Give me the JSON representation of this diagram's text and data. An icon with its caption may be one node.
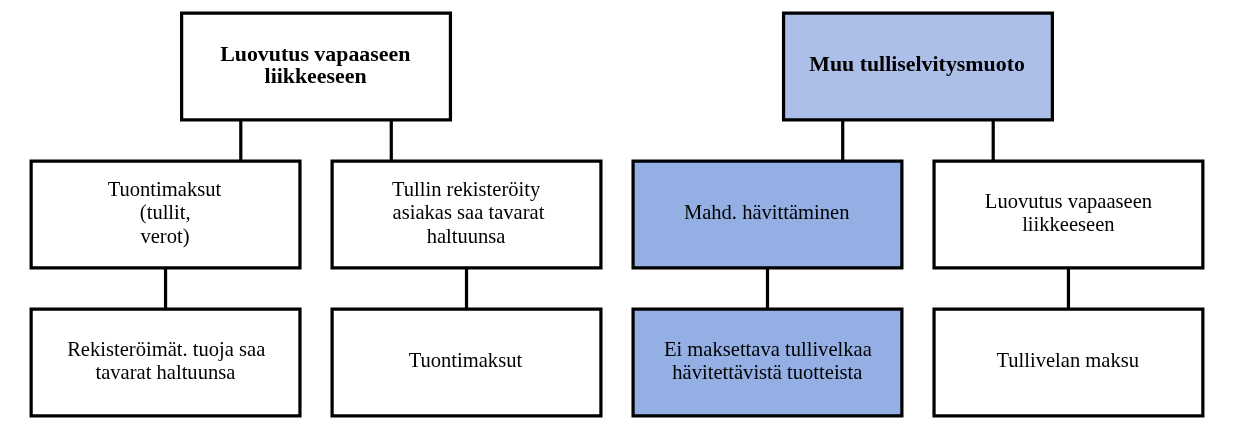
{
  "diagram": {
    "nodes": [
      {
        "text": [
          "Luovutus vapaaseen liikkeeseen"
        ]
      },
      {
        "text": [
          "Tuontimaksut (tullit, verot)"
        ]
      },
      {
        "text": [
          "Tullin rekisteröity asiakas saa tavarat haltuunsa"
        ]
      },
      {
        "text": [
          "Rekisteröimät. tuoja saa tavarat haltuunsa"
        ]
      },
      {
        "text": [
          "Tuontimaksut"
        ]
      },
      {
        "text": [
          "Muu tulliselvitysmuoto"
        ]
      },
      {
        "text": [
          "Mahd. hävittäminen"
        ]
      },
      {
        "text": [
          "Luovutus vapaaseen liikkeeseen"
        ]
      },
      {
        "text": [
          "Ei maksettava tullivelkaa hävitettävistä tuotteista"
        ]
      },
      {
        "text": [
          "Tullivelan maksu"
        ]
      }
    ],
    "edges": [
      {
        "from": 0,
        "to": 1,
        "arrow": "none"
      },
      {
        "from": 0,
        "to": 2,
        "arrow": "none"
      },
      {
        "from": 1,
        "to": 3,
        "arrow": "none"
      },
      {
        "from": 2,
        "to": 4,
        "arrow": "none"
      },
      {
        "from": 5,
        "to": 6,
        "arrow": "none"
      },
      {
        "from": 5,
        "to": 7,
        "arrow": "none"
      },
      {
        "from": 6,
        "to": 8,
        "arrow": "none"
      },
      {
        "from": 7,
        "to": 9,
        "arrow": "none"
      }
    ]
  }
}
